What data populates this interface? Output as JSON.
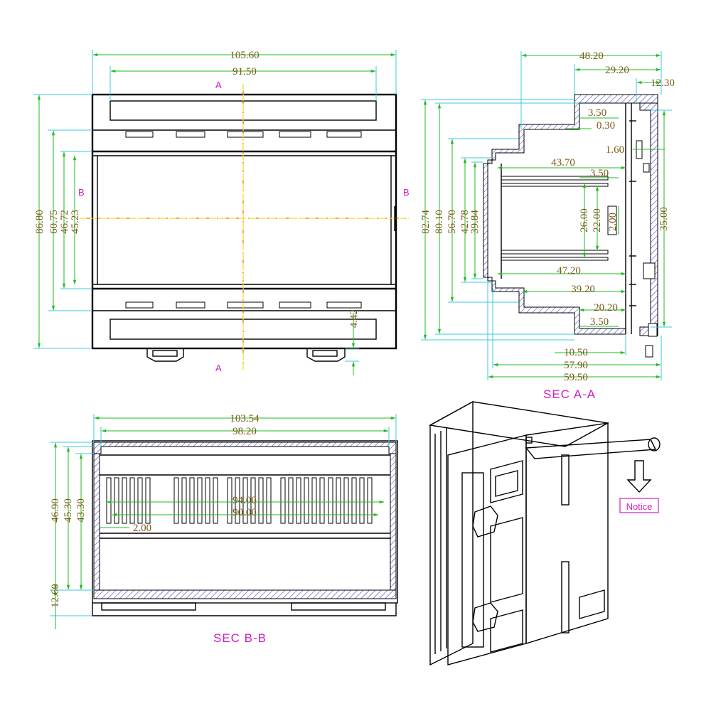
{
  "labels": {
    "sec_aa": "SEC A-A",
    "sec_bb": "SEC B-B",
    "notice": "Notice",
    "cut_a": "A",
    "cut_b": "B"
  },
  "front": {
    "overall_width": "105.60",
    "inner_width": "91.50",
    "h1": "86.80",
    "h2": "60.75",
    "h3": "46.72",
    "h4": "45.23",
    "foot": "4.42"
  },
  "sec_aa": {
    "d1": "48.20",
    "d2": "29.20",
    "d3": "12.30",
    "d4": "3.50",
    "d5": "0.30",
    "d6": "1.60",
    "d7": "43.70",
    "d8": "3.50",
    "d9": "47.20",
    "d10": "39.20",
    "d11": "20.20",
    "d12": "3.50",
    "d13": "10.50",
    "d14": "57.90",
    "d15": "59.50",
    "v1": "82.74",
    "v2": "80.10",
    "v3": "56.70",
    "v4": "42.78",
    "v5": "39.84",
    "v6": "26.00",
    "v7": "22.00",
    "v8": "2.00",
    "v9": "35.00"
  },
  "sec_bb": {
    "w1": "103.54",
    "w2": "98.20",
    "h1": "46.90",
    "h2": "45.30",
    "h3": "43.30",
    "h4": "12.60",
    "i1": "94.00",
    "i2": "90.00",
    "t1": "2.00"
  }
}
